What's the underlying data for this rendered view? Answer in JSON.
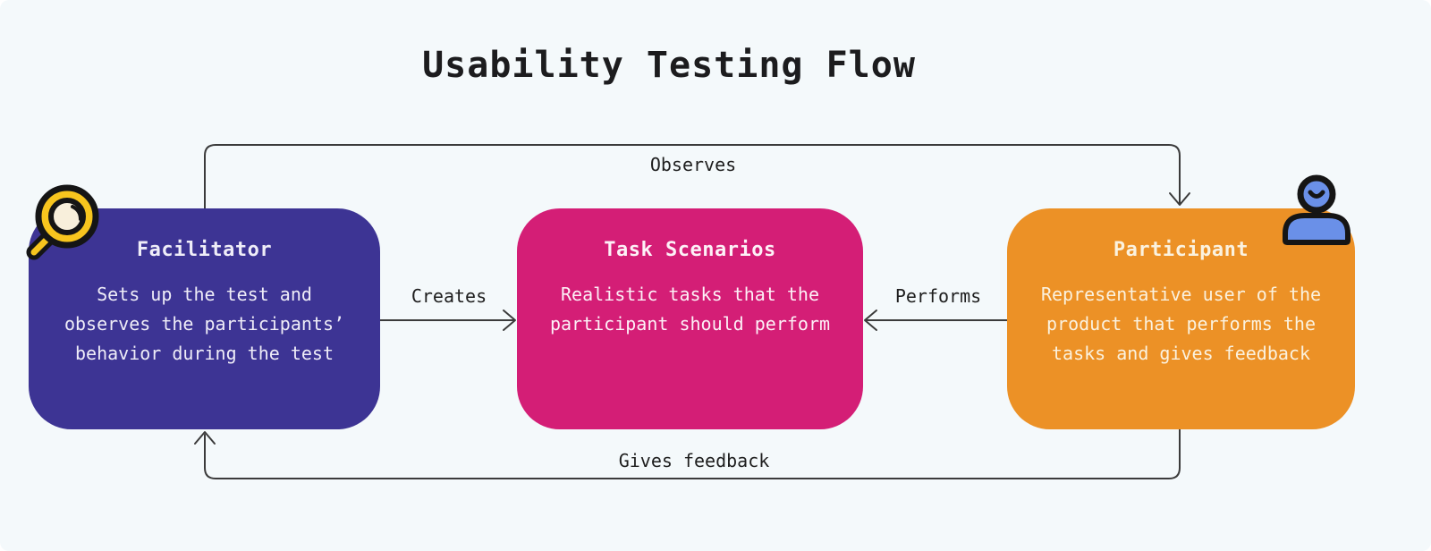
{
  "title": "Usability Testing Flow",
  "background_color": "#F4F9FB",
  "line_color": "#3B3B3B",
  "label_color": "#1E1E1E",
  "nodes": [
    {
      "id": "facilitator",
      "title": "Facilitator",
      "body": "Sets up the test and observes the participants’ behavior during the test",
      "color": "#3D3494",
      "text_color": "#EFEDF8",
      "icon": "magnifying-glass-icon"
    },
    {
      "id": "task-scenarios",
      "title": "Task Scenarios",
      "body": "Realistic tasks that the participant should perform",
      "color": "#D41E76",
      "text_color": "#FDF1F7"
    },
    {
      "id": "participant",
      "title": "Participant",
      "body": "Representative user of the product that performs the tasks and gives feedback",
      "color": "#EC9126",
      "text_color": "#FBF2DF",
      "icon": "person-icon"
    }
  ],
  "edges": [
    {
      "label": "Observes",
      "from": "Facilitator",
      "to": "Participant"
    },
    {
      "label": "Creates",
      "from": "Facilitator",
      "to": "Task Scenarios"
    },
    {
      "label": "Performs",
      "from": "Participant",
      "to": "Task Scenarios"
    },
    {
      "label": "Gives feedback",
      "from": "Participant",
      "to": "Facilitator"
    }
  ],
  "icons": {
    "magnifier": {
      "ring_color": "#F7C51E",
      "lens_color": "#F8EFDB",
      "outline_color": "#151515"
    },
    "person": {
      "fill_color": "#6A90E8",
      "outline_color": "#151515"
    }
  }
}
